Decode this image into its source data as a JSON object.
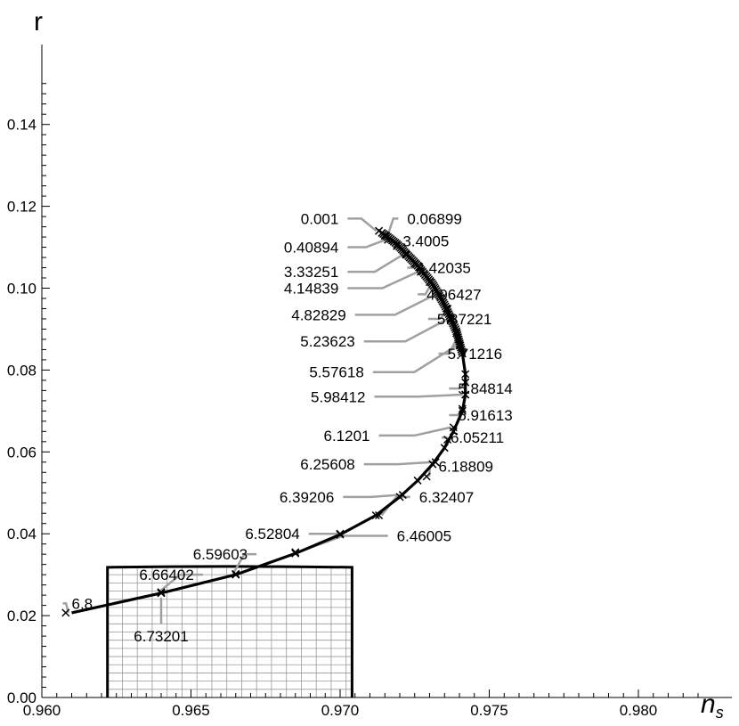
{
  "chart_data": {
    "type": "line",
    "xlabel": "n",
    "xlabel_sub": "s",
    "ylabel": "r",
    "xlim": [
      0.96,
      0.982
    ],
    "ylim": [
      0.0,
      0.15
    ],
    "x_ticks": [
      "0.960",
      "0.965",
      "0.970",
      "0.975",
      "0.980"
    ],
    "y_ticks": [
      "0.00",
      "0.02",
      "0.04",
      "0.06",
      "0.08",
      "0.10",
      "0.12",
      "0.14"
    ],
    "grid": false,
    "colors": {
      "curve": "#000000",
      "leader": "#a0a0a0",
      "region_grid": "#999999"
    },
    "series": [
      {
        "points": [
          {
            "x": 0.9714,
            "y": 0.1135
          },
          {
            "x": 0.9716,
            "y": 0.1125
          },
          {
            "x": 0.9719,
            "y": 0.1108
          },
          {
            "x": 0.9722,
            "y": 0.1085
          },
          {
            "x": 0.9726,
            "y": 0.1055
          },
          {
            "x": 0.9731,
            "y": 0.101
          },
          {
            "x": 0.9735,
            "y": 0.096
          },
          {
            "x": 0.9739,
            "y": 0.0895
          },
          {
            "x": 0.9741,
            "y": 0.084
          },
          {
            "x": 0.9742,
            "y": 0.079
          },
          {
            "x": 0.9742,
            "y": 0.074
          },
          {
            "x": 0.9741,
            "y": 0.07
          },
          {
            "x": 0.9738,
            "y": 0.065
          },
          {
            "x": 0.9735,
            "y": 0.061
          },
          {
            "x": 0.9731,
            "y": 0.057
          },
          {
            "x": 0.9726,
            "y": 0.053
          },
          {
            "x": 0.972,
            "y": 0.049
          },
          {
            "x": 0.9712,
            "y": 0.0445
          },
          {
            "x": 0.97,
            "y": 0.0398
          },
          {
            "x": 0.9685,
            "y": 0.0352
          },
          {
            "x": 0.9665,
            "y": 0.03
          },
          {
            "x": 0.964,
            "y": 0.0255
          },
          {
            "x": 0.961,
            "y": 0.0207
          }
        ]
      }
    ],
    "markers": [
      {
        "x": 0.9713,
        "y": 0.114,
        "label": "0.001",
        "side": "left",
        "lx": 0.96995,
        "ly": 0.117
      },
      {
        "x": 0.9715,
        "y": 0.1128,
        "label": "0.06899",
        "side": "right",
        "lx": 0.97225,
        "ly": 0.117
      },
      {
        "x": 0.9716,
        "y": 0.1118,
        "label": "0.40894",
        "side": "left",
        "lx": 0.96995,
        "ly": 0.11
      },
      {
        "x": 0.9719,
        "y": 0.1103,
        "label": "3.4005",
        "side": "right",
        "lx": 0.9721,
        "ly": 0.1115
      },
      {
        "x": 0.9722,
        "y": 0.1082,
        "label": "3.33251",
        "side": "left",
        "lx": 0.96995,
        "ly": 0.104
      },
      {
        "x": 0.9725,
        "y": 0.106,
        "label": "4.42035",
        "side": "right",
        "lx": 0.97255,
        "ly": 0.105
      },
      {
        "x": 0.9727,
        "y": 0.104,
        "label": "4.14839",
        "side": "left",
        "lx": 0.96995,
        "ly": 0.1
      },
      {
        "x": 0.973,
        "y": 0.1015,
        "label": "4.96427",
        "side": "right",
        "lx": 0.9729,
        "ly": 0.0985
      },
      {
        "x": 0.9733,
        "y": 0.0985,
        "label": "4.82829",
        "side": "left",
        "lx": 0.9702,
        "ly": 0.0935
      },
      {
        "x": 0.9736,
        "y": 0.095,
        "label": "5.37221",
        "side": "right",
        "lx": 0.97325,
        "ly": 0.0925
      },
      {
        "x": 0.9737,
        "y": 0.0925,
        "label": "5.23623",
        "side": "left",
        "lx": 0.9705,
        "ly": 0.087
      },
      {
        "x": 0.9739,
        "y": 0.089,
        "label": "5.71216",
        "side": "right",
        "lx": 0.9736,
        "ly": 0.084
      },
      {
        "x": 0.974,
        "y": 0.086,
        "label": "5.57618",
        "side": "left",
        "lx": 0.9708,
        "ly": 0.0795
      },
      {
        "x": 0.9742,
        "y": 0.077,
        "label": "5.84814",
        "side": "right",
        "lx": 0.97395,
        "ly": 0.0755
      },
      {
        "x": 0.9742,
        "y": 0.074,
        "label": "5.98412",
        "side": "left",
        "lx": 0.97085,
        "ly": 0.0735
      },
      {
        "x": 0.9741,
        "y": 0.0705,
        "label": "5.91613",
        "side": "right",
        "lx": 0.97395,
        "ly": 0.069
      },
      {
        "x": 0.9738,
        "y": 0.066,
        "label": "6.1201",
        "side": "left",
        "lx": 0.971,
        "ly": 0.064
      },
      {
        "x": 0.9736,
        "y": 0.063,
        "label": "6.05211",
        "side": "right",
        "lx": 0.9737,
        "ly": 0.0635
      },
      {
        "x": 0.9732,
        "y": 0.0575,
        "label": "6.25608",
        "side": "left",
        "lx": 0.9705,
        "ly": 0.057
      },
      {
        "x": 0.9729,
        "y": 0.054,
        "label": "6.18809",
        "side": "right",
        "lx": 0.9733,
        "ly": 0.0565
      },
      {
        "x": 0.9721,
        "y": 0.0495,
        "label": "6.39206",
        "side": "left",
        "lx": 0.9698,
        "ly": 0.049
      },
      {
        "x": 0.9713,
        "y": 0.0445,
        "label": "6.32407",
        "side": "right",
        "lx": 0.97265,
        "ly": 0.049
      },
      {
        "x": 0.97,
        "y": 0.04,
        "label": "6.52804",
        "side": "left",
        "lx": 0.96865,
        "ly": 0.04
      },
      {
        "x": 0.9685,
        "y": 0.0355,
        "label": "6.46005",
        "side": "right",
        "lx": 0.9719,
        "ly": 0.0395
      },
      {
        "x": 0.9665,
        "y": 0.0302,
        "label": "6.59603",
        "side": "left",
        "lx": 0.9669,
        "ly": 0.035
      },
      {
        "x": 0.964,
        "y": 0.0257,
        "label": "6.66402",
        "side": "left",
        "lx": 0.9651,
        "ly": 0.03
      },
      {
        "x": 0.9608,
        "y": 0.0207,
        "label": "6.8",
        "side": "right",
        "lx": 0.961,
        "ly": 0.023
      },
      {
        "x": 0.964,
        "y": 0.0257,
        "label": "6.73201",
        "side": "below",
        "lx": 0.964,
        "ly": 0.015
      }
    ],
    "constraint_region": {
      "x": [
        0.9622,
        0.9704
      ],
      "y": [
        0.0,
        0.0318
      ],
      "grid_x_step": 0.0005,
      "grid_y_step": 0.002
    }
  }
}
